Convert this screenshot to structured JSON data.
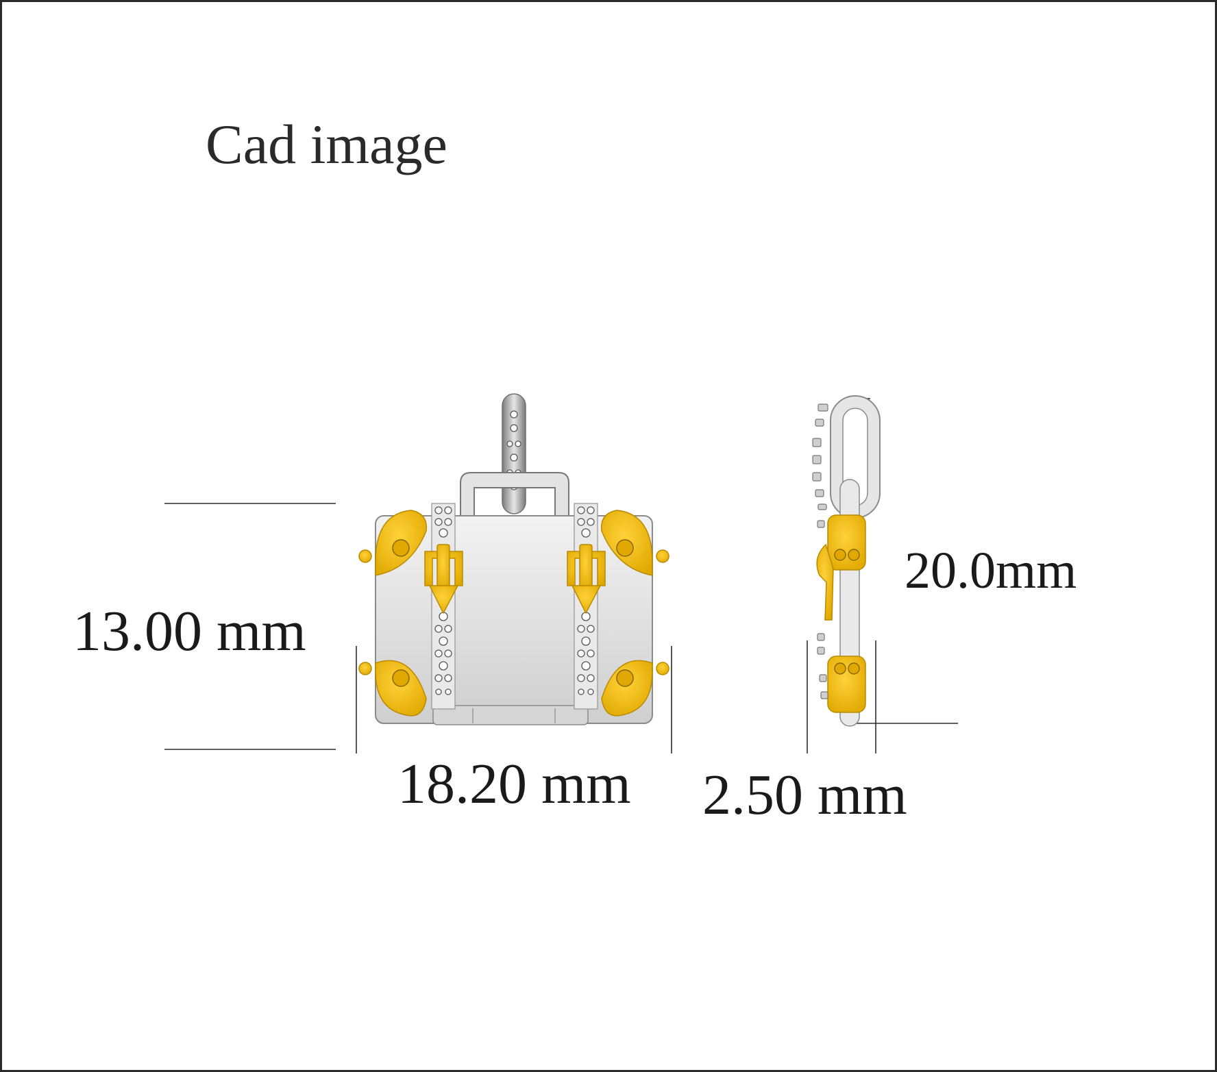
{
  "title": "Cad image",
  "dimensions": {
    "height_label": "13.00 mm",
    "width_label": "18.20 mm",
    "thickness_label": "2.50 mm",
    "length_label": "20.0mm"
  },
  "colors": {
    "metal_white": "#d9d9d9",
    "metal_white_dark": "#8f8f8f",
    "metal_yellow": "#f2b705",
    "metal_yellow_dark": "#b98a00",
    "line": "#2b2b2b"
  },
  "views": [
    "front-view",
    "side-view"
  ]
}
